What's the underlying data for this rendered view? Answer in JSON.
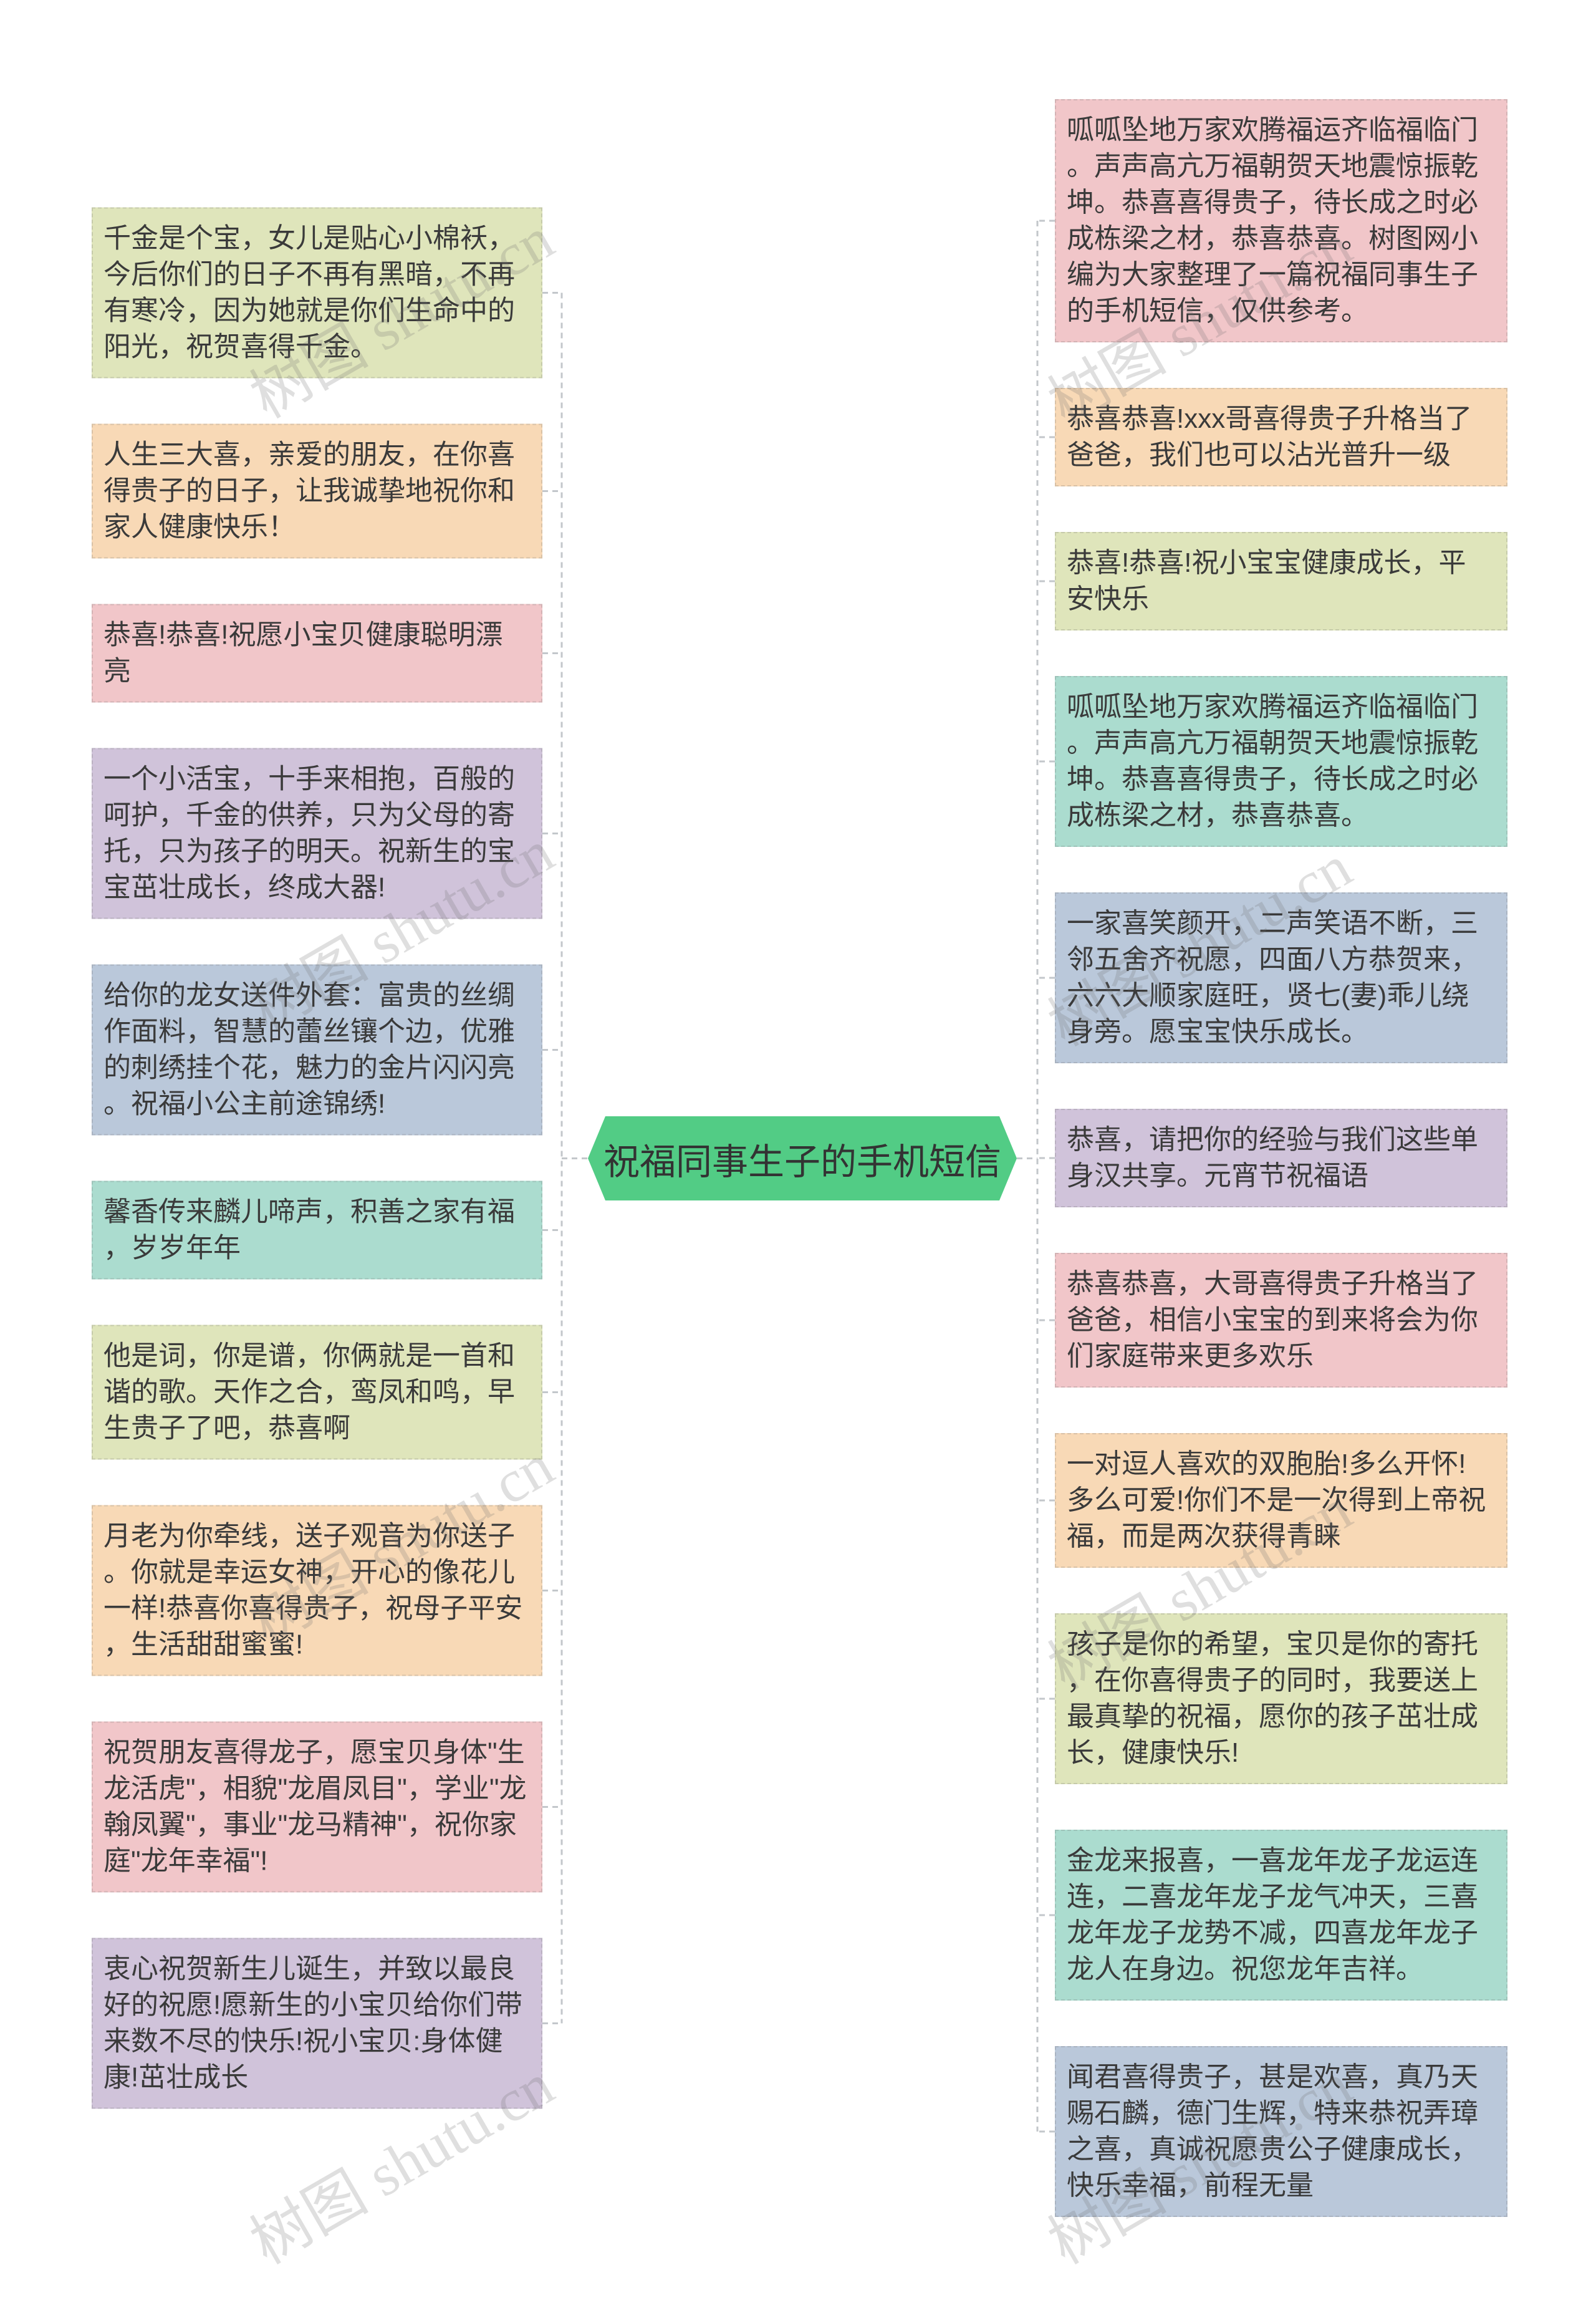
{
  "title": "祝福同事生子的手机短信",
  "watermark": "树图 shutu.cn",
  "colors": {
    "center": "#52cc85",
    "green": "#dfe5bb",
    "peach": "#f8d9b6",
    "pink": "#f1c6c9",
    "lavender": "#d0c3da",
    "slate": "#bac8da",
    "teal": "#abdccf",
    "connector": "#c3c7cb",
    "text": "#3a3a3a"
  },
  "left": [
    {
      "text": "千金是个宝，女儿是贴心小棉袄，今后你们的日子不再有黑暗，不再有寒冷，因为她就是你们生命中的阳光，祝贺喜得千金。",
      "color": "green"
    },
    {
      "text": "人生三大喜，亲爱的朋友，在你喜得贵子的日子，让我诚挚地祝你和家人健康快乐！",
      "color": "peach"
    },
    {
      "text": "恭喜!恭喜!祝愿小宝贝健康聪明漂亮",
      "color": "pink"
    },
    {
      "text": "一个小活宝，十手来相抱，百般的呵护，千金的供养，只为父母的寄托，只为孩子的明天。祝新生的宝宝茁壮成长，终成大器!",
      "color": "lavender"
    },
    {
      "text": "给你的龙女送件外套：富贵的丝绸作面料，智慧的蕾丝镶个边，优雅的刺绣挂个花，魅力的金片闪闪亮。祝福小公主前途锦绣!",
      "color": "slate"
    },
    {
      "text": "馨香传来麟儿啼声，积善之家有福，岁岁年年",
      "color": "teal"
    },
    {
      "text": "他是词，你是谱，你俩就是一首和谐的歌。天作之合，鸾凤和鸣，早生贵子了吧，恭喜啊",
      "color": "green"
    },
    {
      "text": "月老为你牵线，送子观音为你送子。你就是幸运女神，开心的像花儿一样!恭喜你喜得贵子，祝母子平安，生活甜甜蜜蜜!",
      "color": "peach"
    },
    {
      "text": "祝贺朋友喜得龙子，愿宝贝身体\"生龙活虎\"，相貌\"龙眉凤目\"，学业\"龙翰凤翼\"，事业\"龙马精神\"，祝你家庭\"龙年幸福\"!",
      "color": "pink"
    },
    {
      "text": "衷心祝贺新生儿诞生，并致以最良好的祝愿!愿新生的小宝贝给你们带来数不尽的快乐!祝小宝贝:身体健康!茁壮成长",
      "color": "lavender"
    }
  ],
  "right": [
    {
      "text": "呱呱坠地万家欢腾福运齐临福临门。声声高亢万福朝贺天地震惊振乾坤。恭喜喜得贵子，待长成之时必成栋梁之材，恭喜恭喜。树图网小编为大家整理了一篇祝福同事生子的手机短信，仅供参考。",
      "color": "pink"
    },
    {
      "text": "恭喜恭喜!xxx哥喜得贵子升格当了爸爸，我们也可以沾光普升一级",
      "color": "peach"
    },
    {
      "text": "恭喜!恭喜!祝小宝宝健康成长，平安快乐",
      "color": "green"
    },
    {
      "text": "呱呱坠地万家欢腾福运齐临福临门。声声高亢万福朝贺天地震惊振乾坤。恭喜喜得贵子，待长成之时必成栋梁之材，恭喜恭喜。",
      "color": "teal"
    },
    {
      "text": "一家喜笑颜开，二声笑语不断，三邻五舍齐祝愿，四面八方恭贺来，六六大顺家庭旺，贤七(妻)乖儿绕身旁。愿宝宝快乐成长。",
      "color": "slate"
    },
    {
      "text": "恭喜，请把你的经验与我们这些单身汉共享。元宵节祝福语",
      "color": "lavender"
    },
    {
      "text": "恭喜恭喜，大哥喜得贵子升格当了爸爸，相信小宝宝的到来将会为你们家庭带来更多欢乐",
      "color": "pink"
    },
    {
      "text": "一对逗人喜欢的双胞胎!多么开怀!多么可爱!你们不是一次得到上帝祝福，而是两次获得青睐",
      "color": "peach"
    },
    {
      "text": "孩子是你的希望，宝贝是你的寄托，在你喜得贵子的同时，我要送上最真挚的祝福，愿你的孩子茁壮成长，健康快乐!",
      "color": "green"
    },
    {
      "text": "金龙来报喜，一喜龙年龙子龙运连连，二喜龙年龙子龙气冲天，三喜龙年龙子龙势不减，四喜龙年龙子龙人在身边。祝您龙年吉祥。",
      "color": "teal"
    },
    {
      "text": "闻君喜得贵子，甚是欢喜，真乃天赐石麟，德门生辉，特来恭祝弄璋之喜，真诚祝愿贵公子健康成长，快乐幸福，前程无量",
      "color": "slate"
    }
  ]
}
